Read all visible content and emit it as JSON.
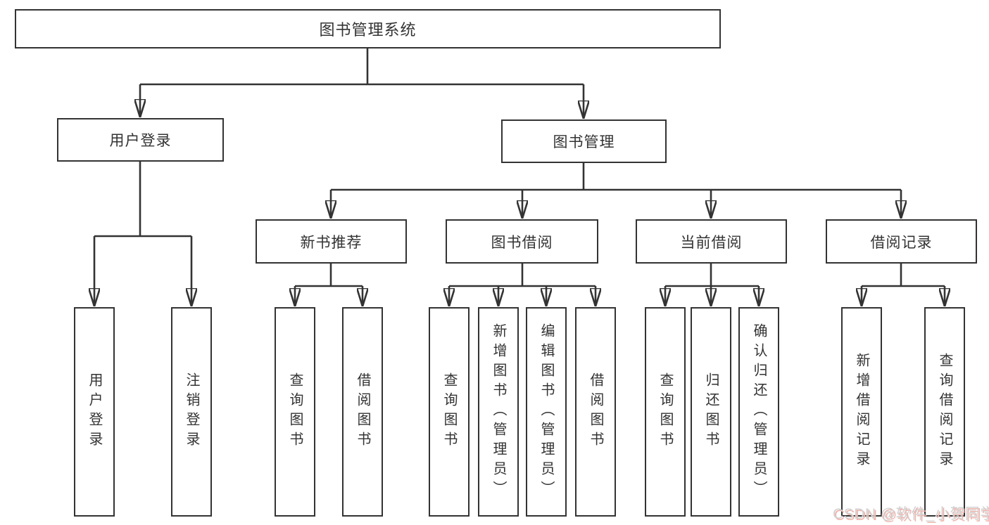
{
  "tree": {
    "root": {
      "label": "图书管理系统",
      "children": [
        {
          "label": "用户登录",
          "children": [
            {
              "label": "用户登录"
            },
            {
              "label": "注销登录"
            }
          ]
        },
        {
          "label": "图书管理",
          "children": [
            {
              "label": "新书推荐",
              "children": [
                {
                  "label": "查询图书"
                },
                {
                  "label": "借阅图书"
                }
              ]
            },
            {
              "label": "图书借阅",
              "children": [
                {
                  "label": "查询图书"
                },
                {
                  "label": "新增图书（管理员）"
                },
                {
                  "label": "编辑图书（管理员）"
                },
                {
                  "label": "借阅图书"
                }
              ]
            },
            {
              "label": "当前借阅",
              "children": [
                {
                  "label": "查询图书"
                },
                {
                  "label": "归还图书"
                },
                {
                  "label": "确认归还（管理员）"
                }
              ]
            },
            {
              "label": "借阅记录",
              "children": [
                {
                  "label": "新增借阅记录"
                },
                {
                  "label": "查询借阅记录"
                }
              ]
            }
          ]
        }
      ]
    }
  },
  "watermark": {
    "text": "CSDN @软件_小贺同学"
  },
  "colors": {
    "line": "#333333",
    "text": "#333333",
    "box_background": "#ffffff",
    "watermark_text": "#d2d2d2",
    "watermark_shadow": "#efb3ab"
  }
}
